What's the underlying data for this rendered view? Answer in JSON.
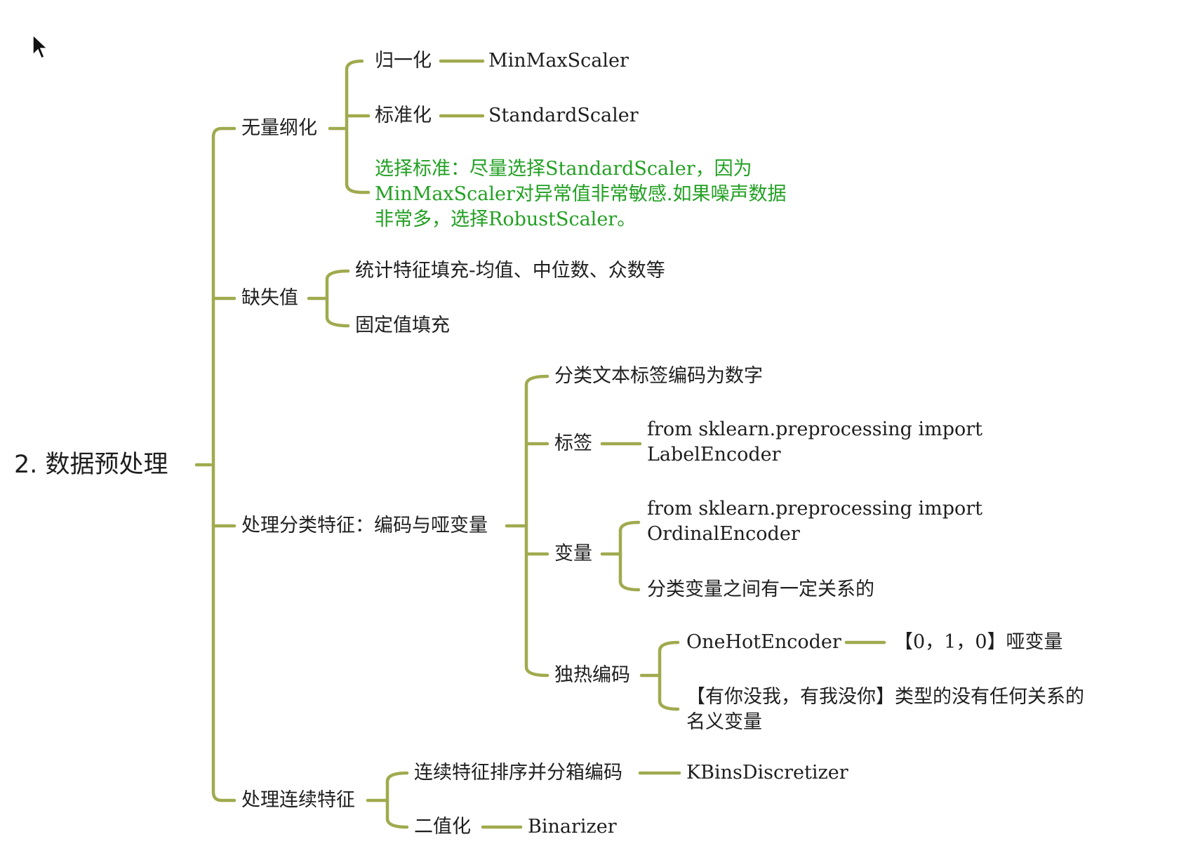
{
  "root": "2. 数据预处理",
  "branches": {
    "dimensionless": {
      "label": "无量纲化",
      "normalize": {
        "label": "归一化",
        "api": "MinMaxScaler"
      },
      "standardize": {
        "label": "标准化",
        "api": "StandardScaler"
      },
      "note": [
        "选择标准：尽量选择StandardScaler，因为",
        "MinMaxScaler对异常值非常敏感.如果噪声数据",
        "非常多，选择RobustScaler。"
      ],
      "note_color": "#22a022"
    },
    "missing": {
      "label": "缺失值",
      "items": [
        "统计特征填充-均值、中位数、众数等",
        "固定值填充"
      ]
    },
    "categorical": {
      "label": "处理分类特征：编码与哑变量",
      "text_label": "分类文本标签编码为数字",
      "label_enc": {
        "label": "标签",
        "code": [
          "from sklearn.preprocessing import",
          "LabelEncoder"
        ]
      },
      "variable": {
        "label": "变量",
        "code": [
          "from sklearn.preprocessing import",
          "OrdinalEncoder"
        ],
        "note": "分类变量之间有一定关系的"
      },
      "onehot": {
        "label": "独热编码",
        "api": "OneHotEncoder",
        "api_note": "【0，1，0】哑变量",
        "desc": [
          "【有你没我，有我没你】类型的没有任何关系的",
          "名义变量"
        ]
      }
    },
    "continuous": {
      "label": "处理连续特征",
      "binning": {
        "label": "连续特征排序并分箱编码",
        "api": "KBinsDiscretizer"
      },
      "binarize": {
        "label": "二值化",
        "api": "Binarizer"
      }
    }
  },
  "colors": {
    "connector": "#a0aa4e",
    "text": "#1e1e1e",
    "highlight": "#22a022"
  },
  "icons": {
    "pointer": "mouse-pointer-icon"
  }
}
